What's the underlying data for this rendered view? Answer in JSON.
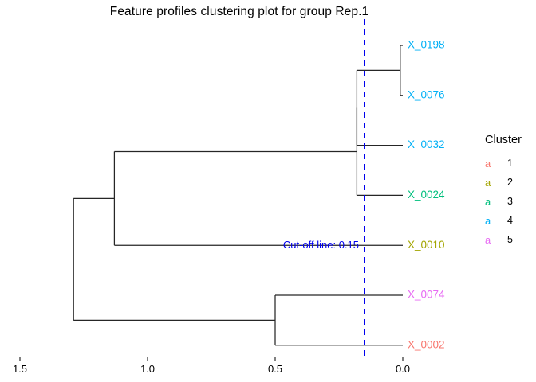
{
  "plot": {
    "title": "Feature profiles clustering plot for group Rep.1",
    "cut_annotation": "Cut-off line: 0.15"
  },
  "legend": {
    "title": "Cluster",
    "key_glyph": "a",
    "items": [
      {
        "label": "1",
        "color": "#F8766D"
      },
      {
        "label": "2",
        "color": "#A3A500"
      },
      {
        "label": "3",
        "color": "#00BF7D"
      },
      {
        "label": "4",
        "color": "#00B0F6"
      },
      {
        "label": "5",
        "color": "#E76BF3"
      }
    ]
  },
  "chart_data": {
    "type": "dendrogram",
    "title": "Feature profiles clustering plot for group Rep.1",
    "xlabel": "",
    "ylabel": "",
    "x_ticks": [
      1.5,
      1.0,
      0.5,
      0.0
    ],
    "x_tick_labels": [
      "1.5",
      "1.0",
      "0.5",
      "0.0"
    ],
    "xlim": [
      1.58,
      -0.02
    ],
    "axis_direction": "reversed",
    "grid": false,
    "legend_position": "right",
    "cut_off": {
      "value": 0.15,
      "label": "Cut-off line: 0.15",
      "color": "#0000EE",
      "style": "dashed"
    },
    "leaves": [
      {
        "name": "X_0198",
        "cluster": 4,
        "color": "#00B0F6",
        "order": 1
      },
      {
        "name": "X_0076",
        "cluster": 4,
        "color": "#00B0F6",
        "order": 2
      },
      {
        "name": "X_0032",
        "cluster": 4,
        "color": "#00B0F6",
        "order": 3
      },
      {
        "name": "X_0024",
        "cluster": 3,
        "color": "#00BF7D",
        "order": 4
      },
      {
        "name": "X_0010",
        "cluster": 2,
        "color": "#A3A500",
        "order": 5
      },
      {
        "name": "X_0074",
        "cluster": 5,
        "color": "#E76BF3",
        "order": 6
      },
      {
        "name": "X_0002",
        "cluster": 1,
        "color": "#F8766D",
        "order": 7
      }
    ],
    "merges": [
      {
        "id": "m1",
        "children": [
          "X_0198",
          "X_0076"
        ],
        "height": 0.01
      },
      {
        "id": "m2",
        "children": [
          "m1",
          "X_0032"
        ],
        "height": 0.18
      },
      {
        "id": "m3",
        "children": [
          "m2",
          "X_0024"
        ],
        "height": 0.18
      },
      {
        "id": "m4",
        "children": [
          "X_0074",
          "X_0002"
        ],
        "height": 0.5
      },
      {
        "id": "m5",
        "children": [
          "m3",
          "X_0010"
        ],
        "height": 1.13
      },
      {
        "id": "m6",
        "children": [
          "m5",
          "m4"
        ],
        "height": 1.29
      }
    ]
  }
}
